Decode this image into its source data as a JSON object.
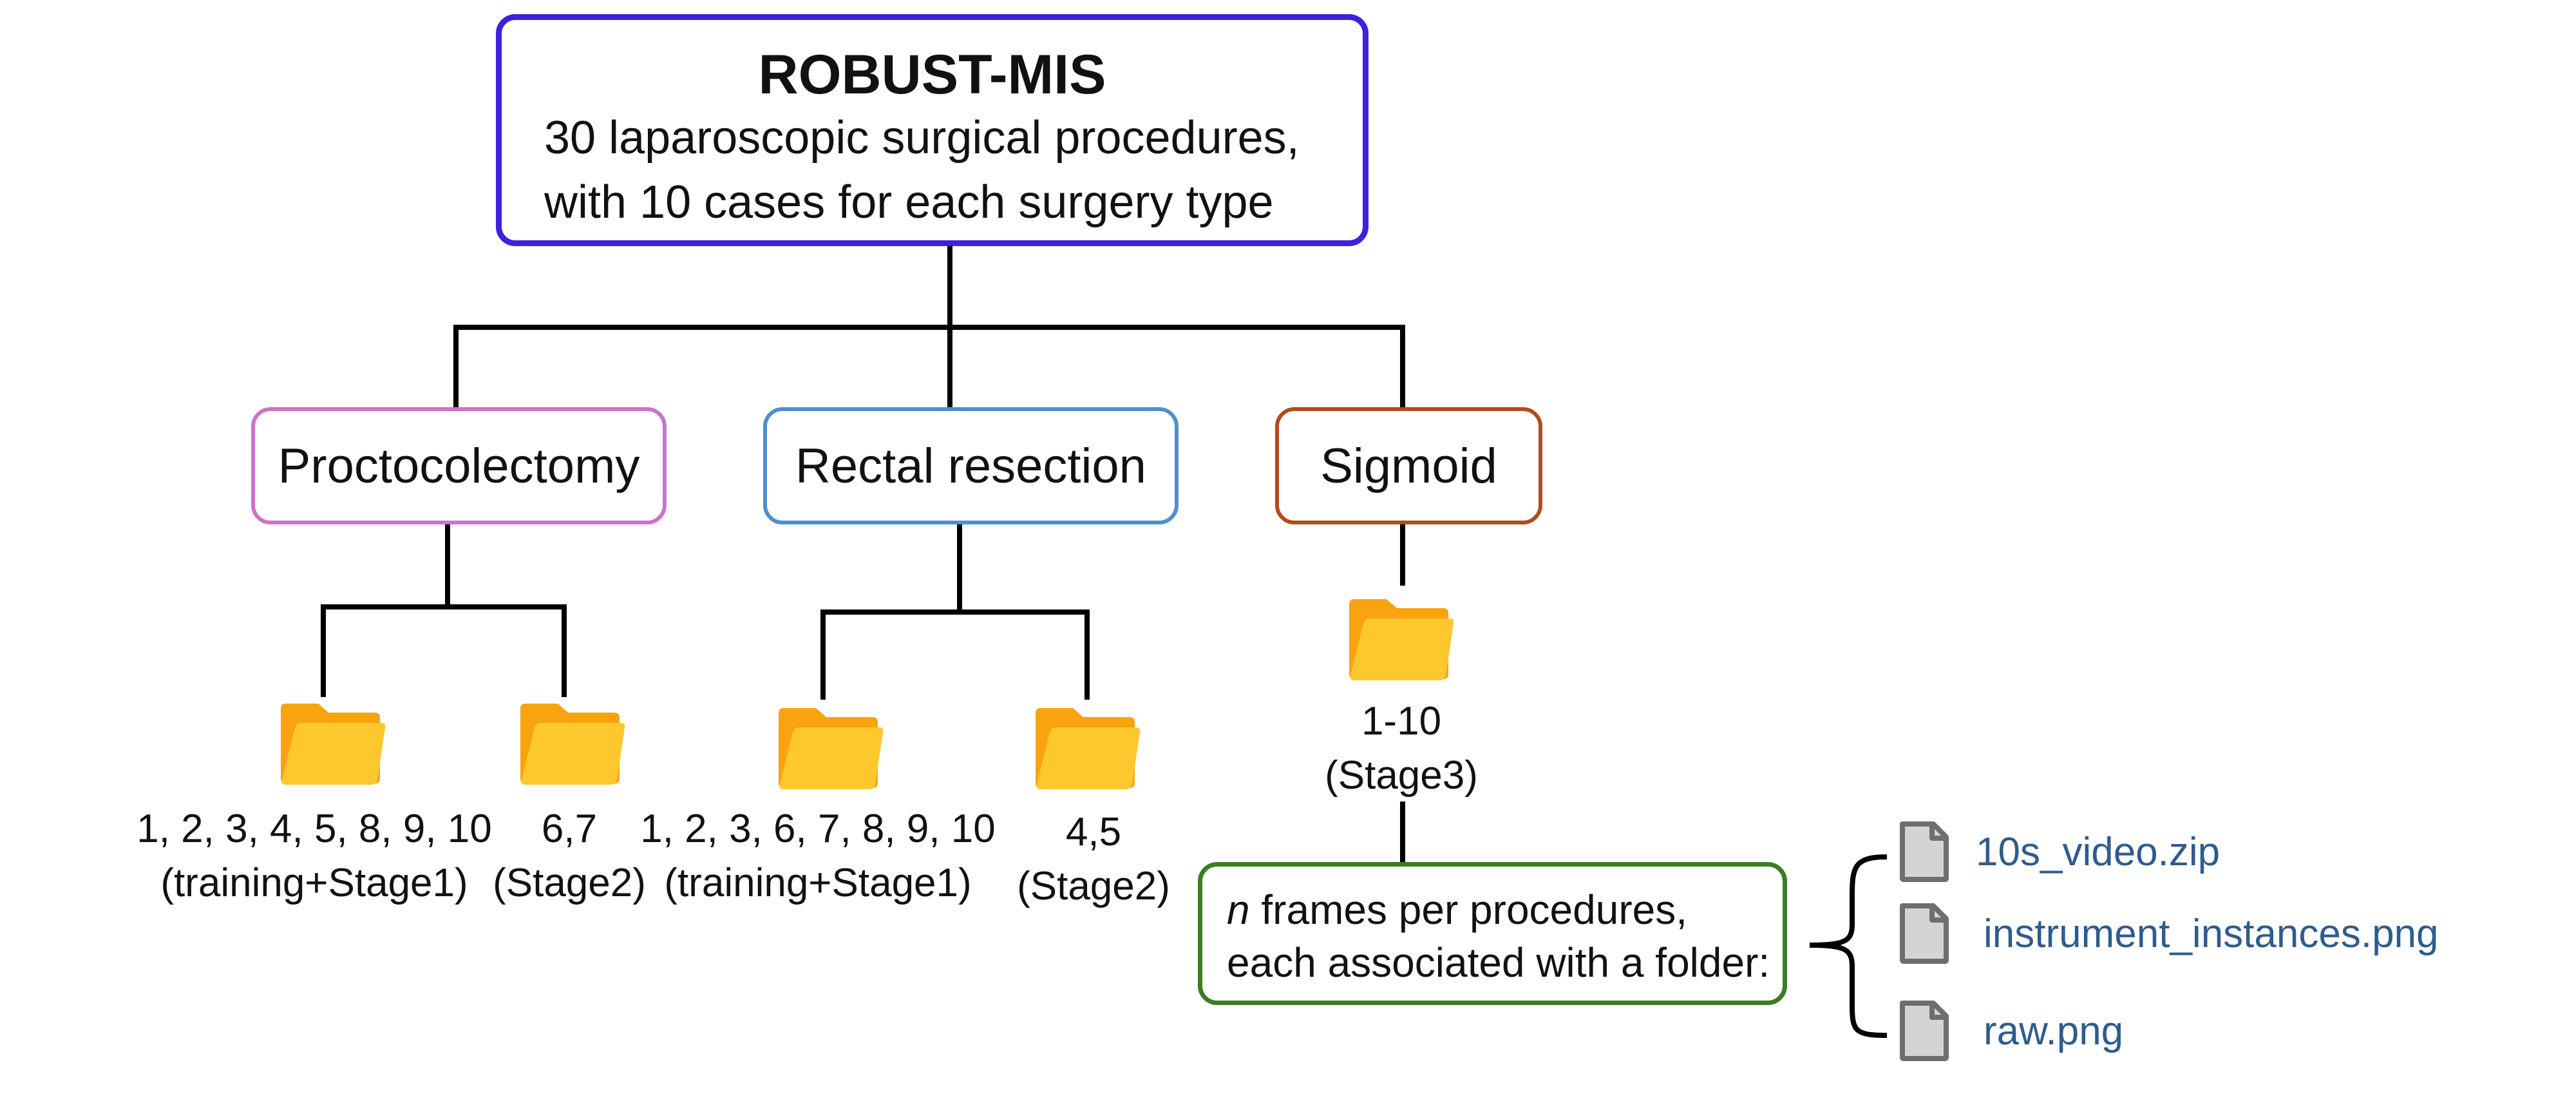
{
  "root": {
    "title": "ROBUST-MIS",
    "line1": "30 laparoscopic surgical procedures,",
    "line2": "with 10 cases for each surgery type"
  },
  "categories": [
    {
      "label": "Proctocolectomy",
      "color": "#cc72cc"
    },
    {
      "label": "Rectal resection",
      "color": "#4f8fcc"
    },
    {
      "label": "Sigmoid",
      "color": "#b24c1c"
    }
  ],
  "folders": [
    {
      "cases": "1, 2, 3, 4, 5, 8, 9, 10",
      "stage": "(training+Stage1)"
    },
    {
      "cases": "6,7",
      "stage": "(Stage2)"
    },
    {
      "cases": "1, 2, 3, 6, 7, 8, 9, 10",
      "stage": "(training+Stage1)"
    },
    {
      "cases": "4,5",
      "stage": "(Stage2)"
    },
    {
      "cases": "1-10",
      "stage": "(Stage3)"
    }
  ],
  "frames_box": {
    "italic_prefix": "n",
    "line1_rest": " frames per procedures,",
    "line2": "each associated with a folder:"
  },
  "files": [
    "10s_video.zip",
    "instrument_instances.png",
    "raw.png"
  ],
  "colors": {
    "root_border": "#3a22de",
    "frames_border": "#3b7d23",
    "folder_back": "#f9a30f",
    "folder_front": "#fdc72e",
    "file_icon": "#d4d4d4",
    "file_text": "#2e5c8c"
  },
  "icons": {
    "folder": "folder-icon",
    "file": "file-icon"
  }
}
